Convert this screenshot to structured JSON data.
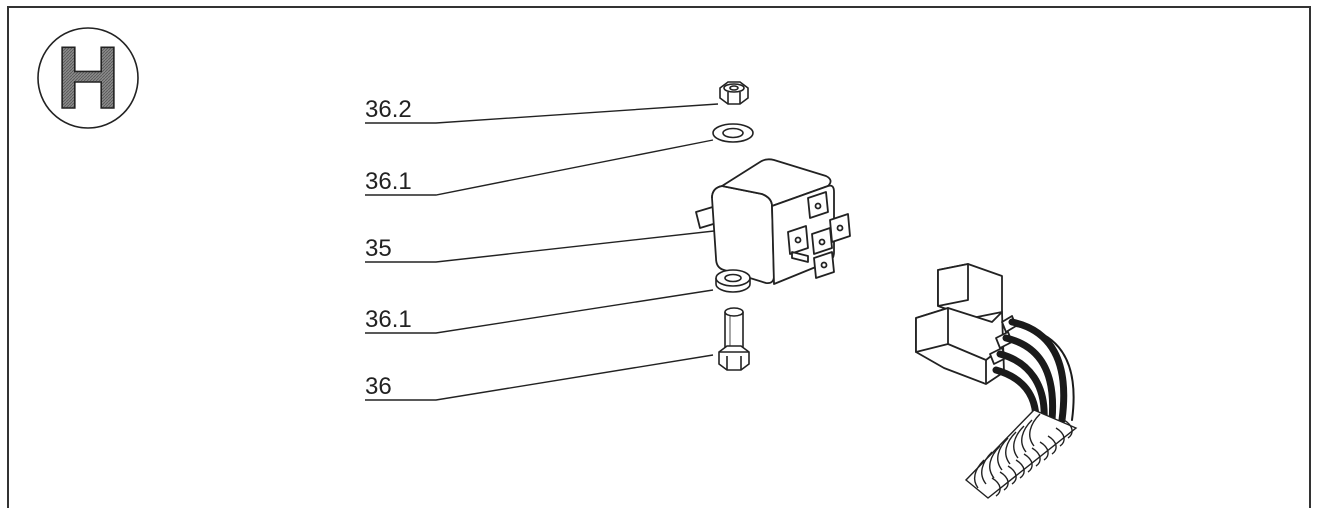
{
  "section_badge": {
    "letter": "H"
  },
  "callouts": [
    {
      "id": "nut",
      "label": "36.2"
    },
    {
      "id": "washer-top",
      "label": "36.1"
    },
    {
      "id": "relay",
      "label": "35"
    },
    {
      "id": "washer-bottom",
      "label": "36.1"
    },
    {
      "id": "bolt",
      "label": "36"
    }
  ],
  "colors": {
    "line": "#222222",
    "paper": "#ffffff",
    "badge_fill": "#7d7d7d"
  }
}
